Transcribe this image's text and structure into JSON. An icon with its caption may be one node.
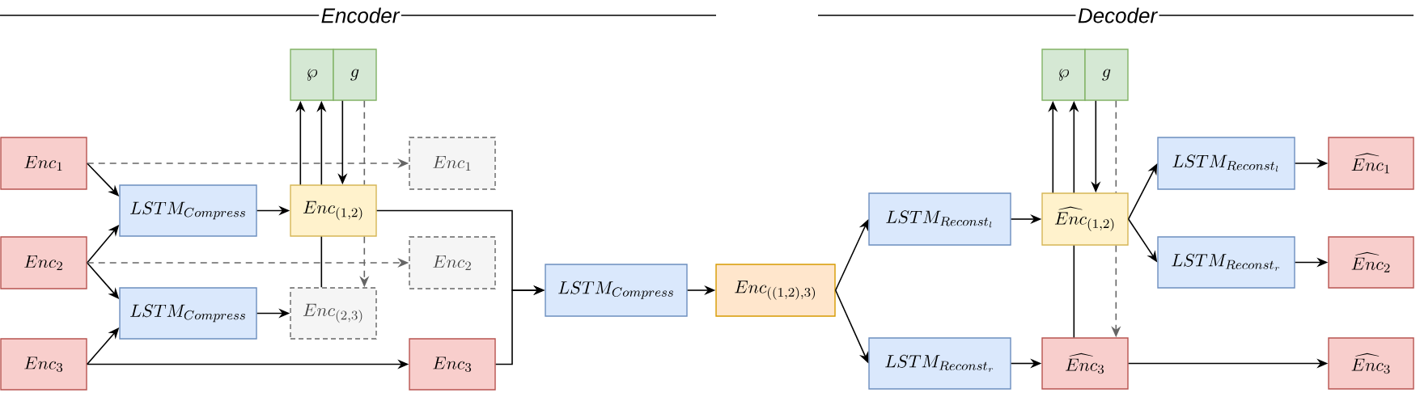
{
  "diagram": {
    "nodes": [
      {
        "text": [
          "Enc_1"
        ]
      },
      {
        "text": [
          "Enc_2"
        ]
      },
      {
        "text": [
          "Enc_3"
        ]
      },
      {
        "text": [
          "LSTM_{Compress}"
        ]
      },
      {
        "text": [
          "LSTM_{Compress}"
        ]
      },
      {
        "text": [
          "\\wp"
        ]
      },
      {
        "text": [
          "g"
        ]
      },
      {
        "text": [
          "Enc_{(1,2)}"
        ]
      },
      {
        "text": [
          "Enc_{(2,3)}"
        ]
      },
      {
        "text": [
          "Enc_1"
        ]
      },
      {
        "text": [
          "Enc_2"
        ]
      },
      {
        "text": [
          "Enc_3"
        ]
      },
      {
        "text": [
          "LSTM_{Compress}"
        ]
      },
      {
        "text": [
          "Enc_{((1,2),3)}"
        ]
      },
      {
        "text": [
          "LSTM_{Reconst_l}"
        ]
      },
      {
        "text": [
          "LSTM_{Reconst_r}"
        ]
      },
      {
        "text": [
          "\\wp"
        ]
      },
      {
        "text": [
          "g"
        ]
      },
      {
        "text": [
          "\\widehat{Enc}_{(1,2)}"
        ]
      },
      {
        "text": [
          "\\widehat{Enc}_3"
        ]
      },
      {
        "text": [
          "LSTM_{Reconst_l}"
        ]
      },
      {
        "text": [
          "LSTM_{Reconst_r}"
        ]
      },
      {
        "text": [
          "\\widehat{Enc}_1"
        ]
      },
      {
        "text": [
          "\\widehat{Enc}_2"
        ]
      },
      {
        "text": [
          "\\widehat{Enc}_3"
        ]
      }
    ],
    "edges": [
      {
        "from": 0,
        "to": 3,
        "arrow": "to"
      },
      {
        "from": 1,
        "to": 3,
        "arrow": "to"
      },
      {
        "from": 1,
        "to": 4,
        "arrow": "to"
      },
      {
        "from": 2,
        "to": 4,
        "arrow": "to"
      },
      {
        "from": 0,
        "to": 9,
        "arrow": "to",
        "style": "dashed",
        "color": "#666666"
      },
      {
        "from": 1,
        "to": 10,
        "arrow": "to",
        "style": "dashed",
        "color": "#666666"
      },
      {
        "from": 3,
        "to": 7,
        "arrow": "to"
      },
      {
        "from": 4,
        "to": 8,
        "arrow": "to"
      },
      {
        "from": 7,
        "to": 5,
        "arrow": "to"
      },
      {
        "from": 7,
        "to": 5,
        "arrow": "to"
      },
      {
        "from": 8,
        "to": 7,
        "arrow": "none"
      },
      {
        "from": 6,
        "to": 7,
        "arrow": "to"
      },
      {
        "from": 6,
        "to": 7,
        "arrow": "none",
        "style": "dashed",
        "color": "#666666"
      },
      {
        "from": 7,
        "to": 8,
        "arrow": "to",
        "style": "dashed",
        "color": "#666666"
      },
      {
        "from": 2,
        "to": 11,
        "arrow": "to"
      },
      {
        "from": 7,
        "to": 12,
        "arrow": "to"
      },
      {
        "from": 11,
        "to": 12,
        "arrow": "to"
      },
      {
        "from": 12,
        "to": 13,
        "arrow": "to"
      },
      {
        "from": 13,
        "to": 14,
        "arrow": "to"
      },
      {
        "from": 13,
        "to": 15,
        "arrow": "to"
      },
      {
        "from": 14,
        "to": 18,
        "arrow": "to"
      },
      {
        "from": 15,
        "to": 19,
        "arrow": "to"
      },
      {
        "from": 18,
        "to": 16,
        "arrow": "to"
      },
      {
        "from": 18,
        "to": 16,
        "arrow": "to"
      },
      {
        "from": 19,
        "to": 18,
        "arrow": "none"
      },
      {
        "from": 17,
        "to": 18,
        "arrow": "to"
      },
      {
        "from": 17,
        "to": 18,
        "arrow": "none",
        "style": "dashed",
        "color": "#666666"
      },
      {
        "from": 18,
        "to": 19,
        "arrow": "to",
        "style": "dashed",
        "color": "#666666"
      },
      {
        "from": 18,
        "to": 20,
        "arrow": "to"
      },
      {
        "from": 18,
        "to": 21,
        "arrow": "to"
      },
      {
        "from": 20,
        "to": 22,
        "arrow": "to"
      },
      {
        "from": 21,
        "to": 23,
        "arrow": "to"
      },
      {
        "from": 19,
        "to": 24,
        "arrow": "to"
      }
    ],
    "labels": [
      "Encoder",
      "Decoder"
    ]
  }
}
